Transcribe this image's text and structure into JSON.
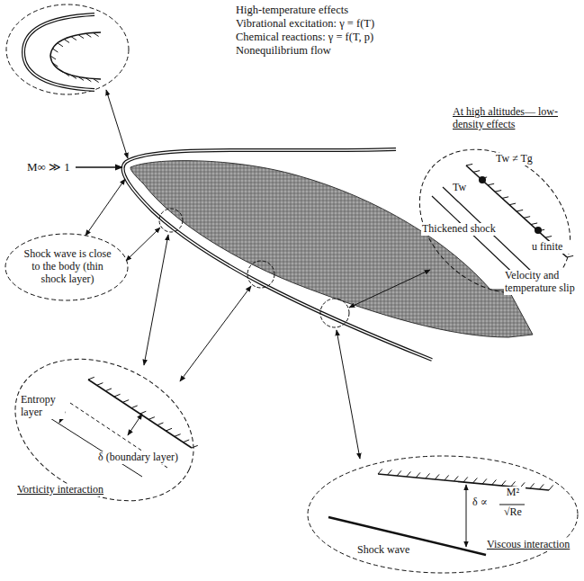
{
  "diagram": {
    "nodes": [
      {
        "text": [
          "Shock wave is close to the body (thin shock layer)"
        ]
      },
      {
        "text": [
          "At high altitudes— low-density effects",
          "Tw ≠ Tg",
          "Tw",
          "Thickened shock",
          "u finite",
          "Velocity and temperature slip"
        ]
      },
      {
        "text": [
          "Entropy layer",
          "δ (boundary layer)",
          "Vorticity interaction"
        ]
      },
      {
        "text": [
          "δ ∝",
          "M²",
          "√Re",
          "Shock wave",
          "Viscous interaction"
        ]
      }
    ],
    "labels": [
      "High-temperature effects",
      "Vibrational excitation: γ = f(T)",
      "Chemical reactions: γ = f(T, p)",
      "Nonequilibrium flow",
      "M∞ ≫ 1"
    ]
  }
}
